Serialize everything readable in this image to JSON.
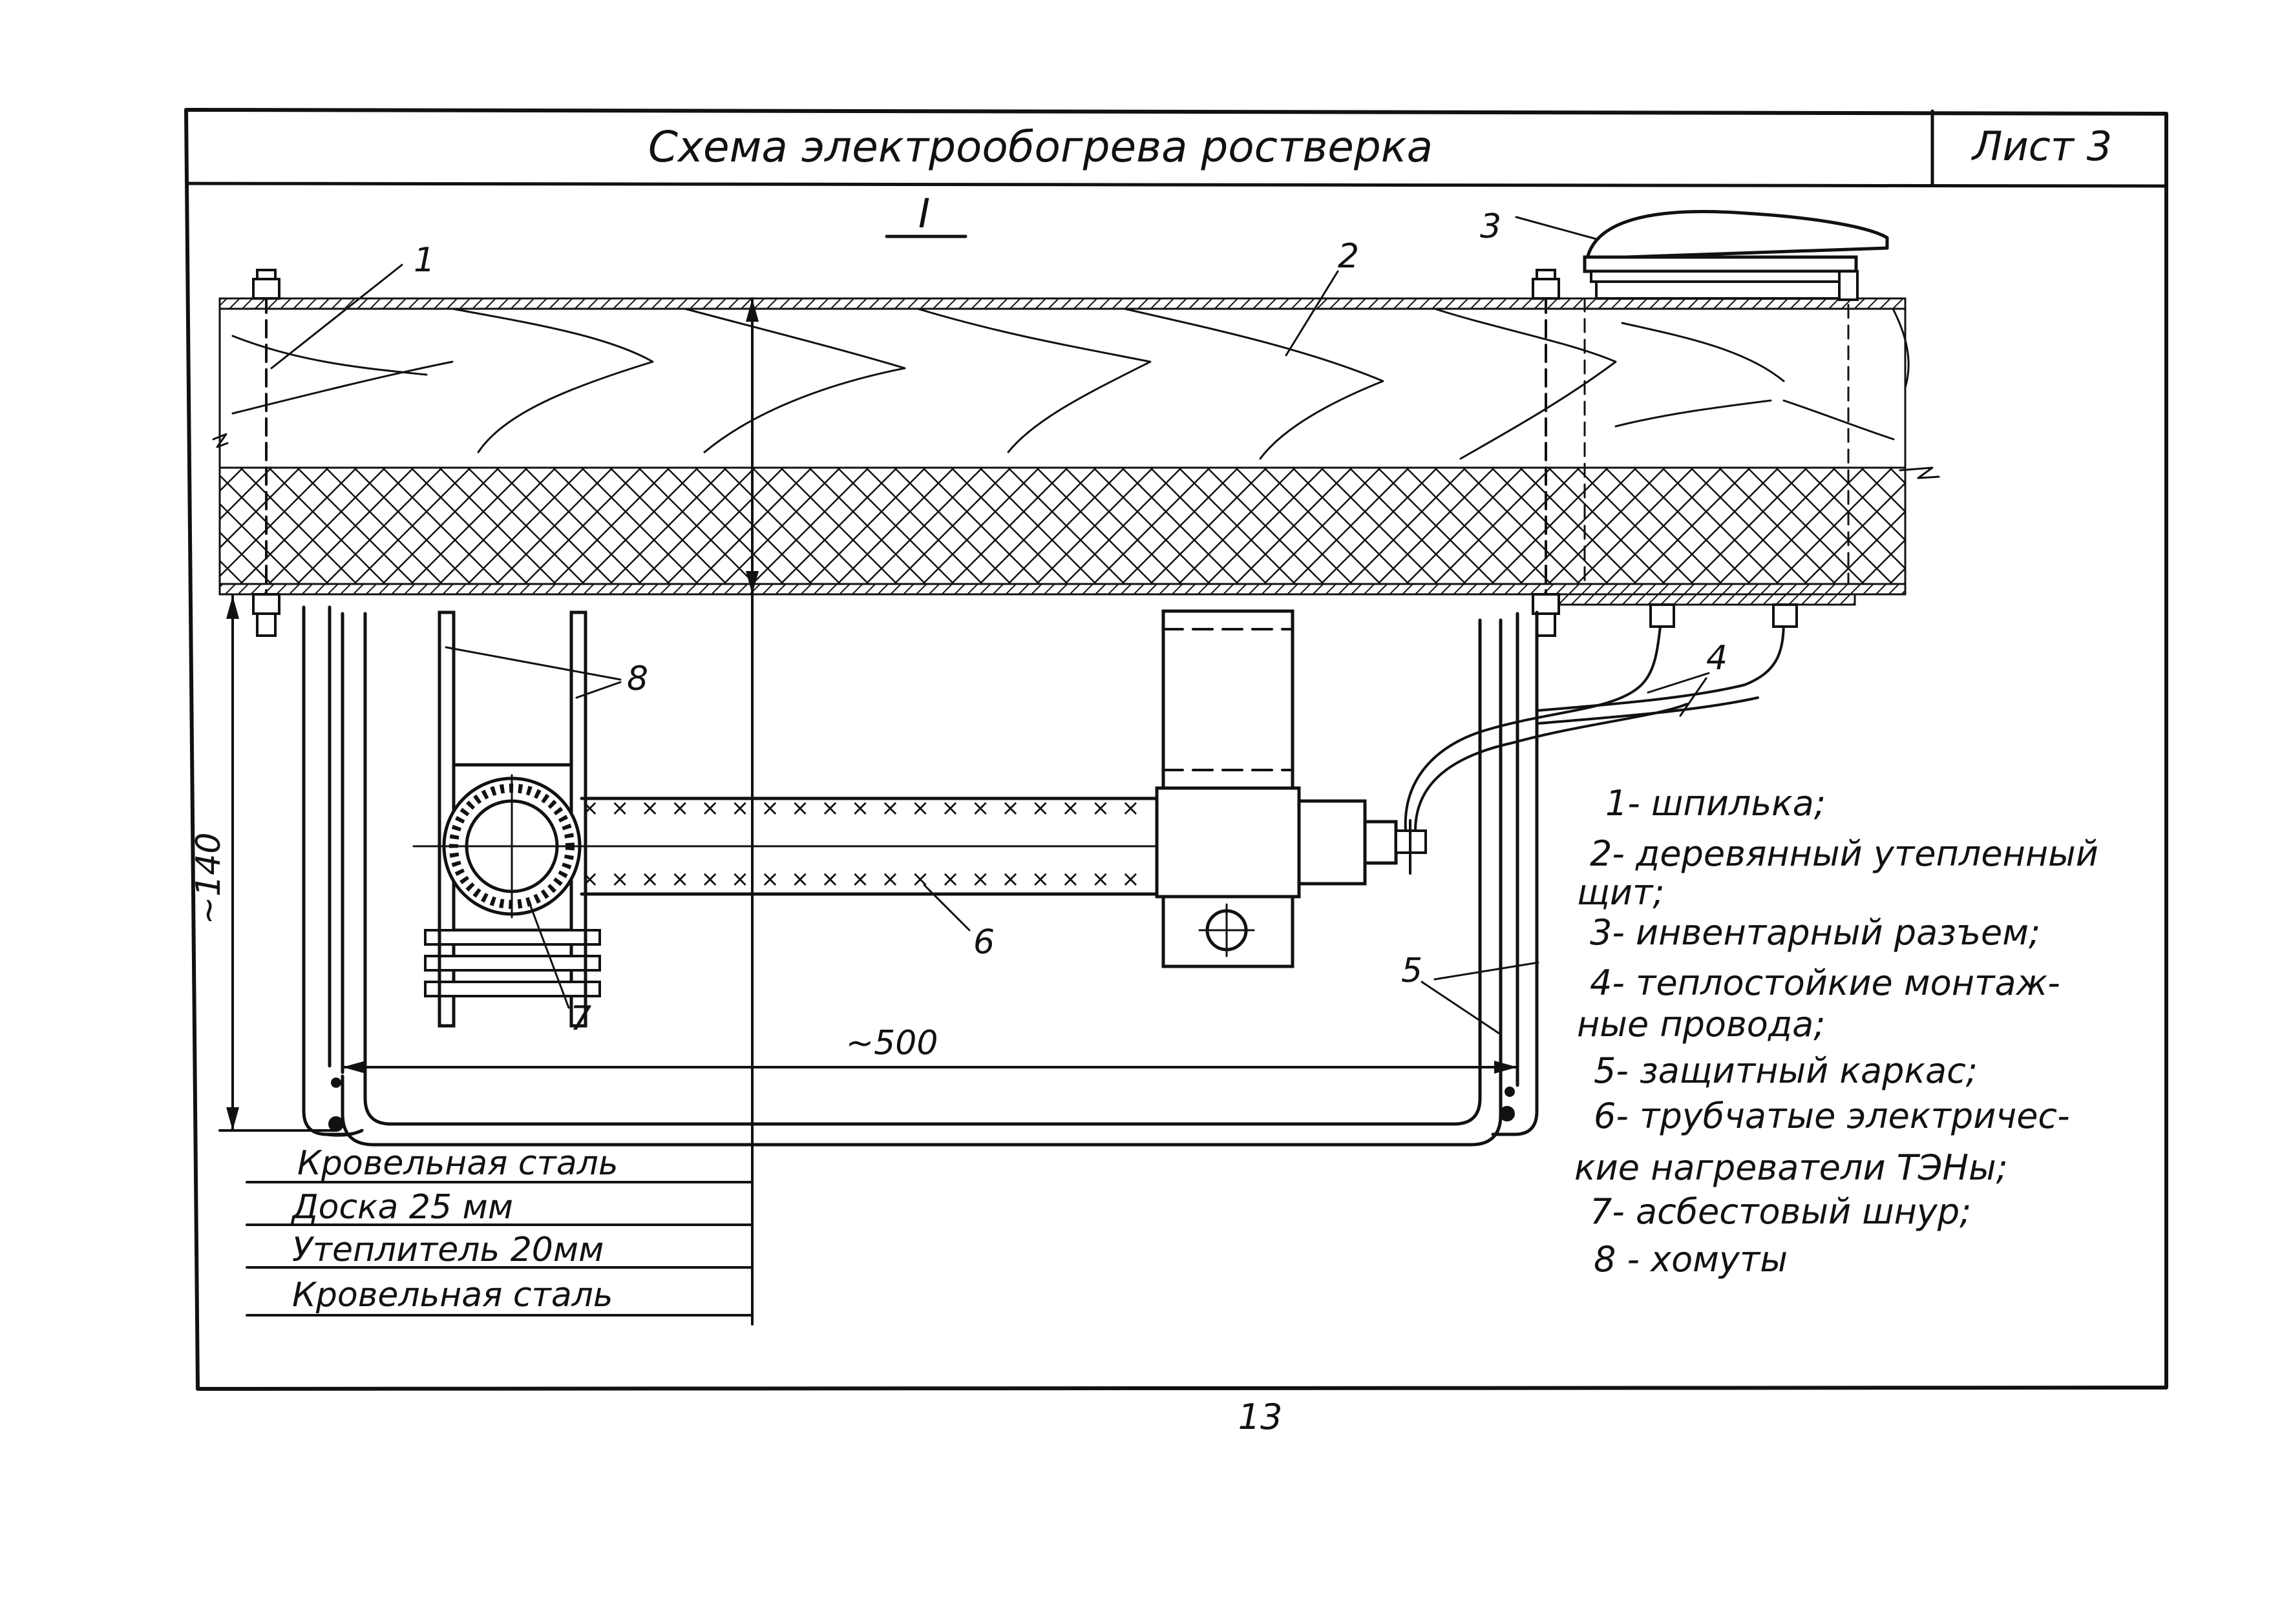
{
  "title_block": {
    "title": "Схема электрообогрева ростверка",
    "sheet": "Лист 3"
  },
  "view_label": "I",
  "callouts": [
    "1",
    "2",
    "3",
    "4",
    "5",
    "6",
    "7",
    "8"
  ],
  "dimensions": {
    "height": "~140",
    "width": "~500"
  },
  "layers": [
    "Кровельная сталь",
    "Доска 25 мм",
    "Утеплитель 20мм",
    "Кровельная сталь"
  ],
  "legend": [
    "1- шпилька;",
    "2- деревянный утепленный",
    "щит;",
    "3- инвентарный разъем;",
    "4- теплостойкие монтаж-",
    "ные провода;",
    "5- защитный каркас;",
    "6- трубчатые электричес-",
    "кие нагреватели ТЭНы;",
    "7- асбестовый шнур;",
    "8 - хомуты"
  ],
  "page_number": "13"
}
